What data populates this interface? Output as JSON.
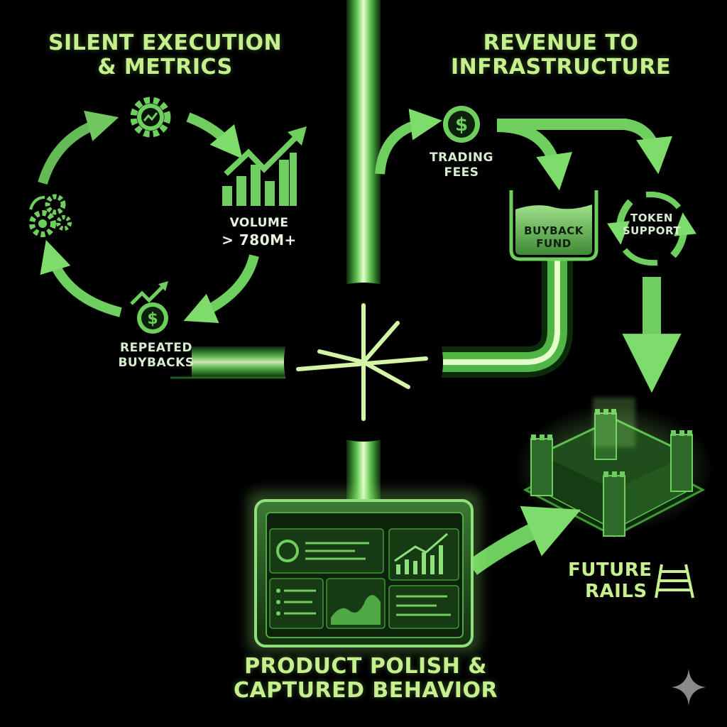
{
  "sections": {
    "top_left_title_1": "SILENT EXECUTION",
    "top_left_title_2": "& METRICS",
    "top_right_title_1": "REVENUE TO",
    "top_right_title_2": "INFRASTRUCTURE",
    "bottom_title_1": "PRODUCT POLISH &",
    "bottom_title_2": "CAPTURED BEHAVIOR"
  },
  "cycle": {
    "volume_label": "VOLUME",
    "volume_value": "> 780M+",
    "buybacks_label_1": "REPEATED",
    "buybacks_label_2": "BUYBACKS"
  },
  "revenue": {
    "fees_label_1": "TRADING",
    "fees_label_2": "FEES",
    "fund_label_1": "BUYBACK",
    "fund_label_2": "FUND",
    "support_label_1": "TOKEN",
    "support_label_2": "SUPPORT"
  },
  "future": {
    "label_1": "FUTURE",
    "label_2": "RAILS"
  },
  "colors": {
    "accent": "#7ddc6a",
    "accent_light": "#c6f08e",
    "dark_green": "#1e4a1c",
    "background": "#000000"
  },
  "icons": [
    "gear-chart-icon",
    "gears-icon",
    "bar-chart-icon",
    "dollar-coin-icon",
    "cycle-arrows-icon",
    "fortress-icon",
    "railway-icon",
    "dashboard-icon",
    "sparkle-icon",
    "hub-icon"
  ]
}
